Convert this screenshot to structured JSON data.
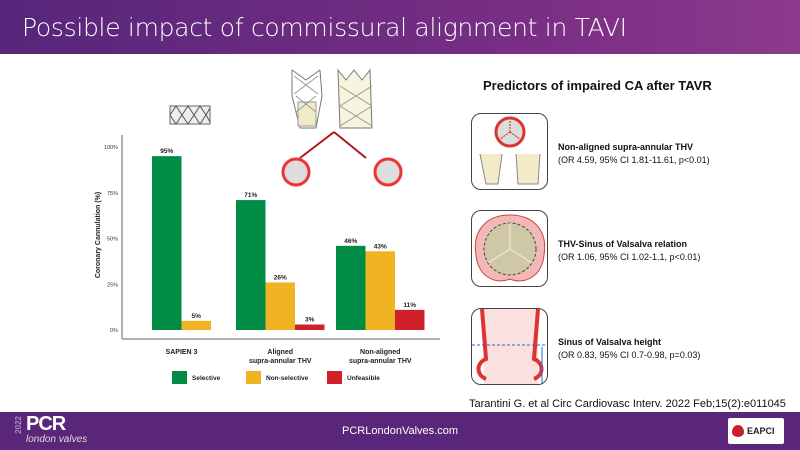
{
  "title": "Possible impact of commissural alignment in TAVI",
  "chart_data": {
    "type": "bar",
    "ylabel": "Coronary Cannulation (%)",
    "ylim": [
      0,
      100
    ],
    "yticks": [
      "0%",
      "25%",
      "50%",
      "75%",
      "100%"
    ],
    "categories": [
      "SAPIEN 3",
      "Aligned supra-annular THV",
      "Non-aligned supra-annular THV"
    ],
    "category_lines": [
      [
        "SAPIEN 3"
      ],
      [
        "Aligned",
        "supra-annular THV"
      ],
      [
        "Non-aligned",
        "supra-annular THV"
      ]
    ],
    "series": [
      {
        "name": "Selective",
        "color": "#008c45",
        "values": [
          95,
          71,
          46
        ]
      },
      {
        "name": "Non-selective",
        "color": "#f0b323",
        "values": [
          5,
          26,
          43
        ]
      },
      {
        "name": "Unfeasible",
        "color": "#d0202a",
        "values": [
          null,
          3,
          11
        ]
      }
    ],
    "legend_position": "bottom"
  },
  "predictors": {
    "title": "Predictors of impaired CA after TAVR",
    "items": [
      {
        "name": "Non-aligned supra-annular THV",
        "stats": "(OR 4.59, 95% CI 1.81-11.61, p<0.01)"
      },
      {
        "name": "THV-Sinus of Valsalva relation",
        "stats": "(OR 1.06, 95% CI 1.02-1.1, p<0.01)"
      },
      {
        "name": "Sinus of Valsalva height",
        "stats": "(OR 0.83, 95% CI 0.7-0.98, p=0.03)"
      }
    ]
  },
  "citation": "Tarantini G. et al Circ Cardiovasc Interv. 2022 Feb;15(2):e011045",
  "footer": {
    "logo_year": "2022",
    "logo_main": "PCR",
    "logo_sub": "london valves",
    "url": "PCRLondonValves.com",
    "partner": "EAPCI"
  }
}
